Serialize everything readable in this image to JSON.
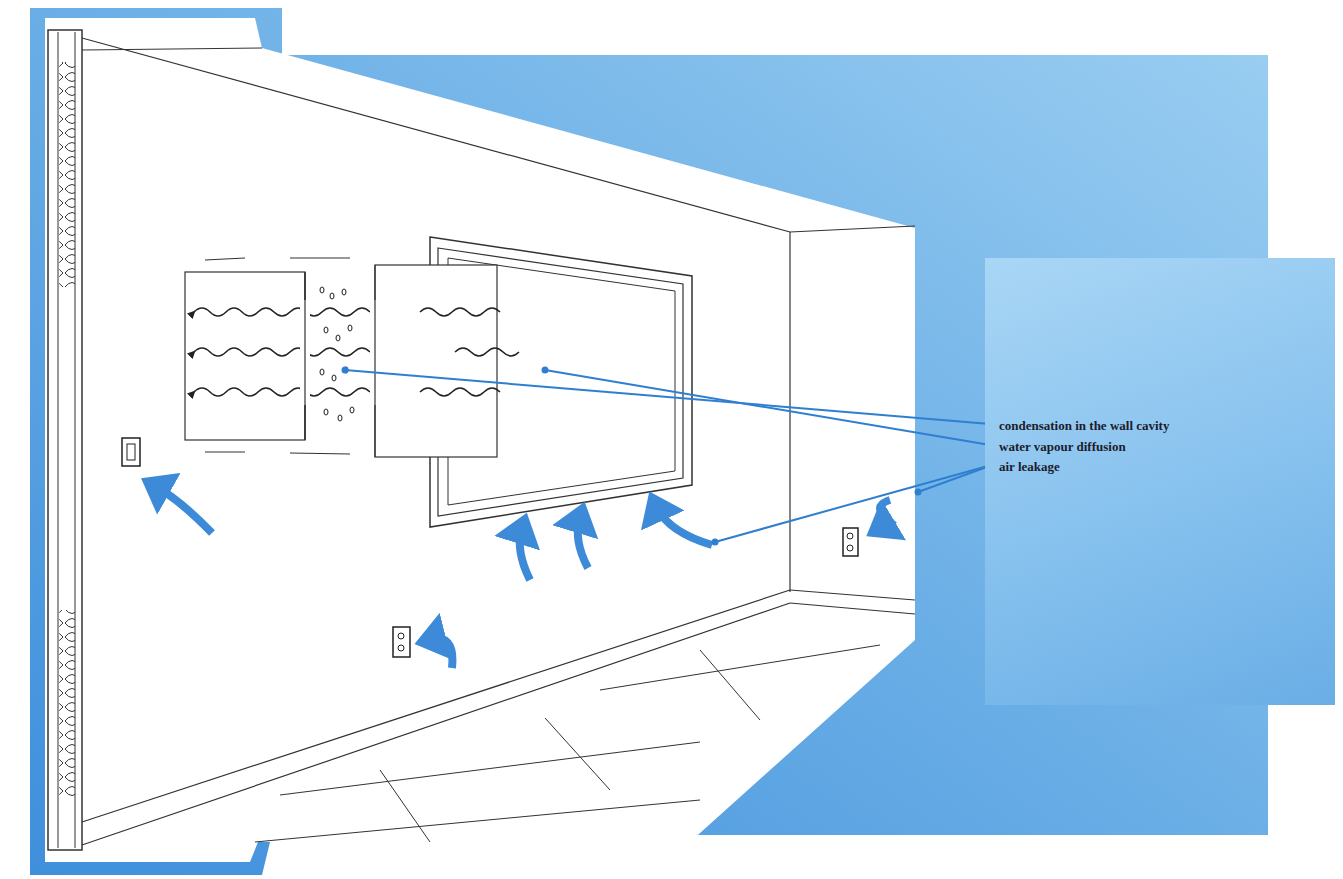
{
  "diagram": {
    "nodes": [
      {
        "text": [
          "condensation in the wall cavity",
          "water vapour diffusion",
          "air leakage"
        ]
      }
    ]
  }
}
